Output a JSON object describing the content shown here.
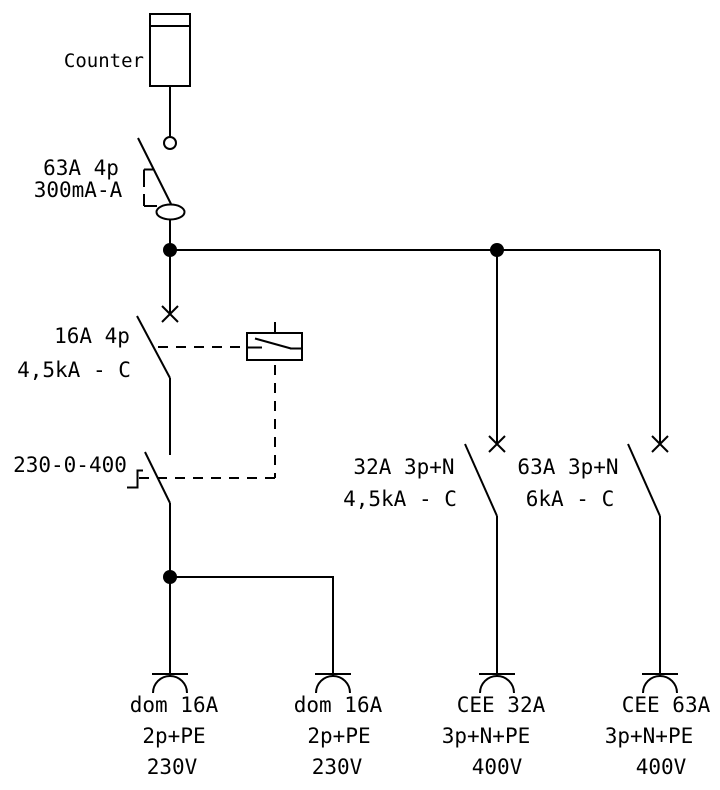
{
  "colors": {
    "line": "#000000",
    "background": "#ffffff"
  },
  "symbols": {
    "meter": "meter-box",
    "rcd": "rcd-switch-with-toroid",
    "breaker": "circuit-breaker-blade-with-x-terminal",
    "relay": "impulse-relay-box",
    "changeover": "changeover-switch",
    "socket": "socket-outlet-arc",
    "junction": "filled-dot",
    "linkage": "dashed-mechanical-link"
  },
  "meter": {
    "label": "Counter"
  },
  "main_rcd": {
    "line1": "63A 4p",
    "line2": "300mA-A"
  },
  "sub_breaker_16a": {
    "line1": "16A 4p",
    "line2": "4,5kA - C"
  },
  "changeover_switch": {
    "label": "230-0-400"
  },
  "branch_breakers": [
    {
      "line1": "32A 3p+N",
      "line2": "4,5kA - C"
    },
    {
      "line1": "63A 3p+N",
      "line2": "6kA - C"
    }
  ],
  "outlets": [
    {
      "name": "dom 16A",
      "poles": "2p+PE",
      "voltage": "230V"
    },
    {
      "name": "dom 16A",
      "poles": "2p+PE",
      "voltage": "230V"
    },
    {
      "name": "CEE 32A",
      "poles": "3p+N+PE",
      "voltage": "400V"
    },
    {
      "name": "CEE 63A",
      "poles": "3p+N+PE",
      "voltage": "400V"
    }
  ]
}
